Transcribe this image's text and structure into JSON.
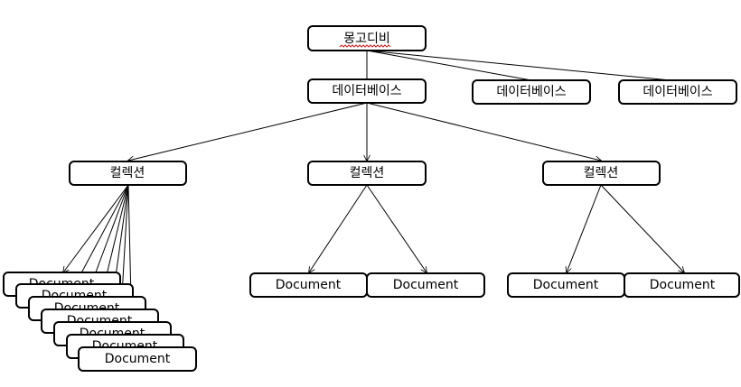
{
  "diagram": {
    "root": {
      "label": "몽고디비"
    },
    "databases": [
      {
        "label": "데이터베이스"
      },
      {
        "label": "데이터베이스"
      },
      {
        "label": "데이터베이스"
      }
    ],
    "collections": [
      {
        "label": "컬렉션"
      },
      {
        "label": "컬렉션"
      },
      {
        "label": "컬렉션"
      }
    ],
    "documents": {
      "left_stack": [
        {
          "label": "Document"
        },
        {
          "label": "Document"
        },
        {
          "label": "Document"
        },
        {
          "label": "Document"
        },
        {
          "label": "Document"
        },
        {
          "label": "Document"
        },
        {
          "label": "Document"
        }
      ],
      "middle": [
        {
          "label": "Document"
        },
        {
          "label": "Document"
        }
      ],
      "right": [
        {
          "label": "Document"
        },
        {
          "label": "Document"
        }
      ]
    }
  }
}
